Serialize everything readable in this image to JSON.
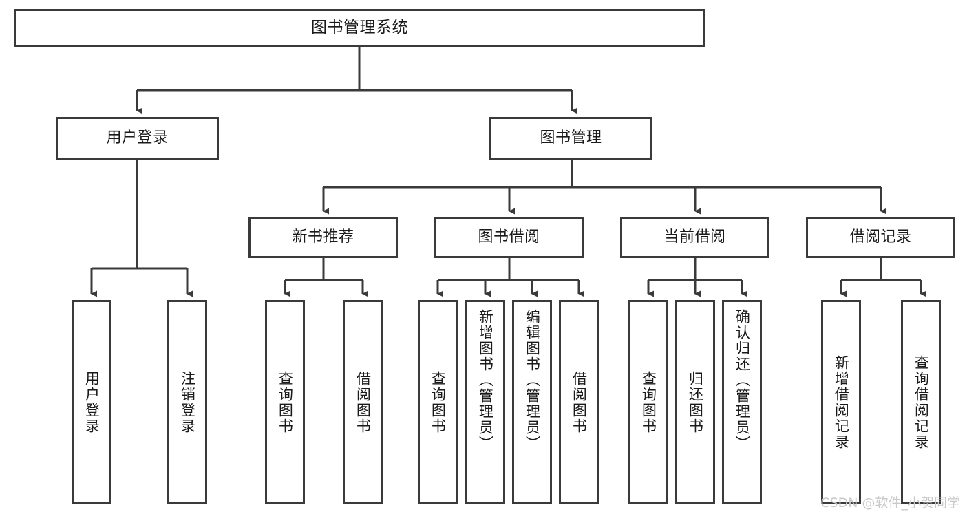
{
  "diagram": {
    "type": "tree-hierarchy",
    "title": "图书管理系统",
    "root": {
      "id": "root",
      "label": "图书管理系统"
    },
    "level2": [
      {
        "id": "user-login",
        "label": "用户登录"
      },
      {
        "id": "book-manage",
        "label": "图书管理"
      }
    ],
    "level3": [
      {
        "id": "new-book-recommend",
        "label": "新书推荐",
        "parent": "book-manage"
      },
      {
        "id": "book-borrow",
        "label": "图书借阅",
        "parent": "book-manage"
      },
      {
        "id": "current-borrow",
        "label": "当前借阅",
        "parent": "book-manage"
      },
      {
        "id": "borrow-record",
        "label": "借阅记录",
        "parent": "book-manage"
      }
    ],
    "leaves": {
      "user-login": [
        {
          "id": "leaf-user-login",
          "label": "用户登录"
        },
        {
          "id": "leaf-logout",
          "label": "注销登录"
        }
      ],
      "new-book-recommend": [
        {
          "id": "leaf-query-book-1",
          "label": "查询图书"
        },
        {
          "id": "leaf-borrow-book-1",
          "label": "借阅图书"
        }
      ],
      "book-borrow": [
        {
          "id": "leaf-query-book-2",
          "label": "查询图书"
        },
        {
          "id": "leaf-add-book",
          "label": "新增图书（管理员）"
        },
        {
          "id": "leaf-edit-book",
          "label": "编辑图书（管理员）"
        },
        {
          "id": "leaf-borrow-book-2",
          "label": "借阅图书"
        }
      ],
      "current-borrow": [
        {
          "id": "leaf-query-book-3",
          "label": "查询图书"
        },
        {
          "id": "leaf-return-book",
          "label": "归还图书"
        },
        {
          "id": "leaf-confirm-return",
          "label": "确认归还（管理员）"
        }
      ],
      "borrow-record": [
        {
          "id": "leaf-add-record",
          "label": "新增借阅记录"
        },
        {
          "id": "leaf-query-record",
          "label": "查询借阅记录"
        }
      ]
    }
  },
  "watermark": {
    "text": "CSDN @软件_小贺同学"
  },
  "colors": {
    "border": "#3a3a3a",
    "background": "#ffffff",
    "text": "#1a1a1a",
    "watermark": "#c9c9c9"
  }
}
